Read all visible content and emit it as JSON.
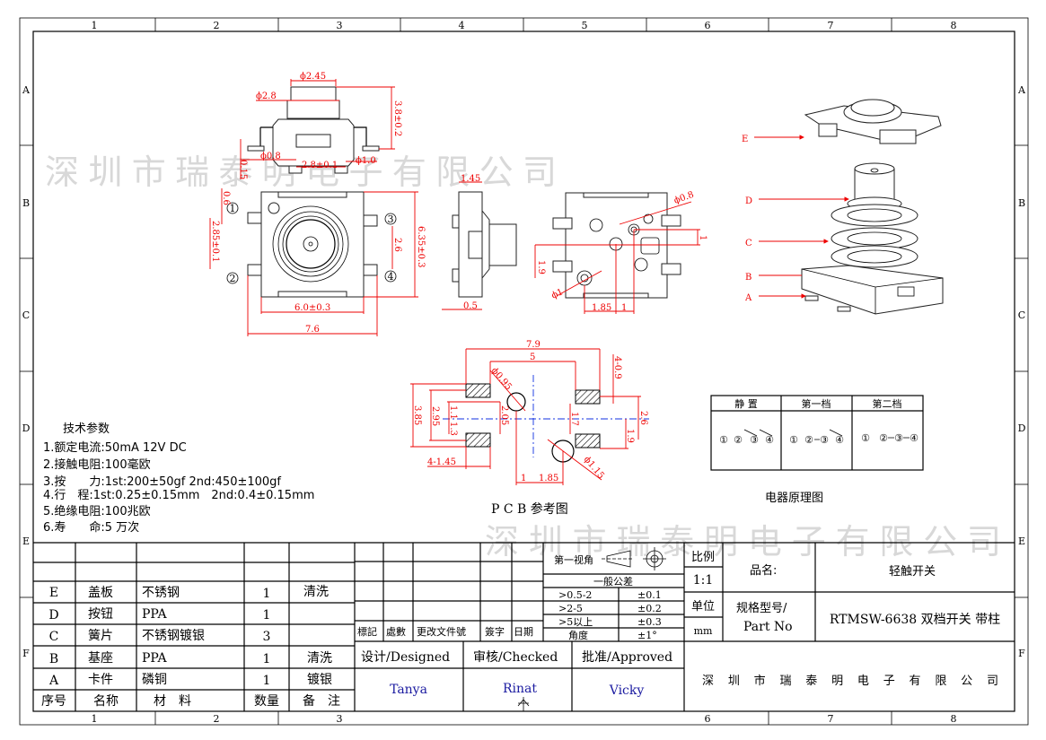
{
  "sheet": {
    "col_labels": [
      "1",
      "2",
      "3",
      "4",
      "5",
      "6",
      "7",
      "8"
    ],
    "row_labels": [
      "A",
      "B",
      "C",
      "D",
      "E",
      "F"
    ],
    "watermark": "深圳市瑞泰明电子有限公司"
  },
  "top_view_dims": {
    "d_cap": "ϕ2.45",
    "d_stem": "ϕ2.8",
    "height": "3.8±0.2",
    "d_pin_l": "ϕ0.8",
    "d_pin_r": "ϕ1.0",
    "pin_pitch": "2.8±0.1",
    "foot": "0.15"
  },
  "plan_view_dims": {
    "pin_w": "0.6",
    "pin_pitch_l": "2.85±0.1",
    "pin_pitch_r": "2.6",
    "body_h": "6.35±0.3",
    "body_w": "6.0±0.3",
    "total_w": "7.6",
    "pins": [
      "1",
      "2",
      "3",
      "4"
    ]
  },
  "side_view_dims": {
    "top": "1.45",
    "bottom": "0.5"
  },
  "bottom_view_dims": {
    "d_a": "ϕ0.8",
    "d_b": "ϕ1",
    "v1": "1.9",
    "v2": "1",
    "h1": "1.85",
    "h2": "1"
  },
  "exploded_labels": [
    "E",
    "D",
    "C",
    "B",
    "A"
  ],
  "pcb": {
    "title": "P C B 参考图",
    "dims": {
      "w_total": "7.9",
      "w_inner": "5",
      "d1": "ϕ0.95",
      "pad_h": "4-0.9",
      "h385": "3.85",
      "h295": "2.95",
      "h11": "1.1",
      "h13": "1.3",
      "h205": "2.05",
      "h17": "1.7",
      "h26": "2.6",
      "h19": "1.9",
      "pad_w": "4-1.45",
      "x1": "1",
      "x185": "1.85",
      "d2": "ϕ1.15"
    }
  },
  "tech": {
    "title": "技术参数",
    "items": [
      "1.额定电流:50mA 12V DC",
      "2.接触电阻:100毫欧",
      "3.按　　力:1st:200±50gf 2nd:450±100gf",
      "4.行　程:1st:0.25±0.15mm　2nd:0.4±0.15mm",
      "5.绝缘电阻:100兆欧",
      "6.寿　　命:5 万次"
    ]
  },
  "schematic": {
    "title": "电器原理图",
    "headers": [
      "静 置",
      "第一档",
      "第二档"
    ],
    "nodes": [
      "①",
      "②",
      "③",
      "④"
    ]
  },
  "bom": {
    "headers": [
      "序号",
      "名称",
      "材　料",
      "数量",
      "备　注"
    ],
    "rows": [
      {
        "id": "E",
        "name": "盖板",
        "material": "不锈钢",
        "qty": "1",
        "note": "清洗"
      },
      {
        "id": "D",
        "name": "按钮",
        "material": "PPA",
        "qty": "1",
        "note": ""
      },
      {
        "id": "C",
        "name": "簧片",
        "material": "不锈钢镀银",
        "qty": "3",
        "note": ""
      },
      {
        "id": "B",
        "name": "基座",
        "material": "PPA",
        "qty": "1",
        "note": "清洗"
      },
      {
        "id": "A",
        "name": "卡件",
        "material": "磷铜",
        "qty": "1",
        "note": "镀银"
      }
    ]
  },
  "revision": {
    "headers": [
      "標記",
      "處數",
      "更改文件號",
      "簽字",
      "日期"
    ]
  },
  "tolerance": {
    "projection": "第一视角",
    "title": "一般公差",
    "rows": [
      {
        "range": ">0.5-2",
        "tol": "±0.1"
      },
      {
        "range": ">2-5",
        "tol": "±0.2"
      },
      {
        "range": ">5以上",
        "tol": "±0.3"
      },
      {
        "range": "角度",
        "tol": "±1°"
      }
    ]
  },
  "signoff": {
    "designed_label": "设计/Designed",
    "checked_label": "审核/Checked",
    "approved_label": "批准/Approved",
    "designed": "Tanya",
    "checked": "Rinat",
    "approved": "Vicky"
  },
  "title_block": {
    "scale_label": "比例",
    "scale": "1:1",
    "unit_label": "单位",
    "unit": "mm",
    "name_label": "品名:",
    "name": "轻触开关",
    "part_label_1": "规格型号/",
    "part_label_2": "Part No",
    "part_no": "RTMSW-6638 双档开关 带柱",
    "company": "深圳市瑞泰明电子有限公司"
  },
  "colors": {
    "dimension": "#e00000",
    "centerline": "#1030e0",
    "line": "#000000"
  }
}
